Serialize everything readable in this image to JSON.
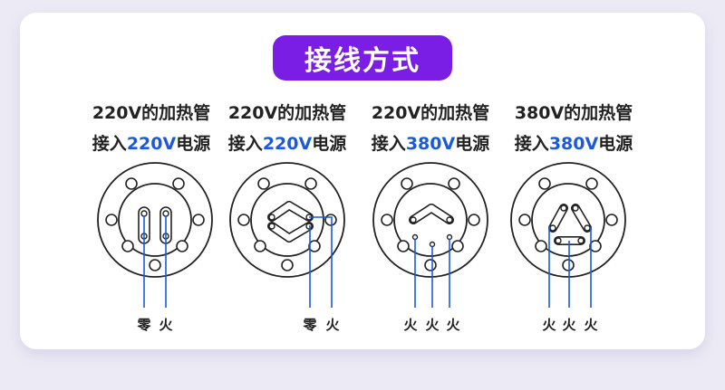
{
  "title": "接线方式",
  "colors": {
    "accent": "#7a1ee6",
    "wire": "#1b5ad8",
    "ink": "#222222"
  },
  "columns": [
    {
      "line1": "220V的加热管",
      "line2_prefix": "接入",
      "line2_voltage": "220V",
      "line2_suffix": "电源",
      "wire_labels": [
        "零",
        "火"
      ]
    },
    {
      "line1": "220V的加热管",
      "line2_prefix": "接入",
      "line2_voltage": "220V",
      "line2_suffix": "电源",
      "wire_labels": [
        "零",
        "火"
      ]
    },
    {
      "line1": "220V的加热管",
      "line2_prefix": "接入",
      "line2_voltage": "380V",
      "line2_suffix": "电源",
      "wire_labels": [
        "火",
        "火",
        "火"
      ]
    },
    {
      "line1": "380V的加热管",
      "line2_prefix": "接入",
      "line2_voltage": "380V",
      "line2_suffix": "电源",
      "wire_labels": [
        "火",
        "火",
        "火"
      ]
    }
  ]
}
